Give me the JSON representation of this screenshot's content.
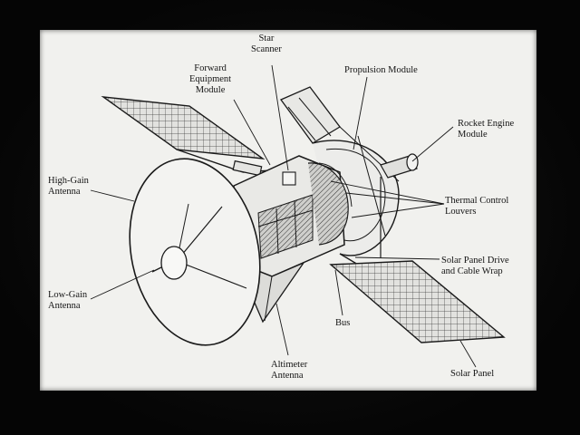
{
  "diagram": {
    "labels": {
      "star_scanner": "Star\nScanner",
      "forward_equipment": "Forward\nEquipment\nModule",
      "propulsion": "Propulsion Module",
      "rocket_engine": "Rocket Engine\nModule",
      "high_gain": "High-Gain\nAntenna",
      "thermal_control": "Thermal Control\nLouvers",
      "solar_drive": "Solar Panel Drive\nand Cable Wrap",
      "low_gain": "Low-Gain\nAntenna",
      "bus": "Bus",
      "altimeter": "Altimeter\nAntenna",
      "solar_panel": "Solar Panel"
    },
    "colors": {
      "ink": "#1a1a1a",
      "paper": "#f1f1ee",
      "panel_fill": "#d8d8d6"
    }
  }
}
